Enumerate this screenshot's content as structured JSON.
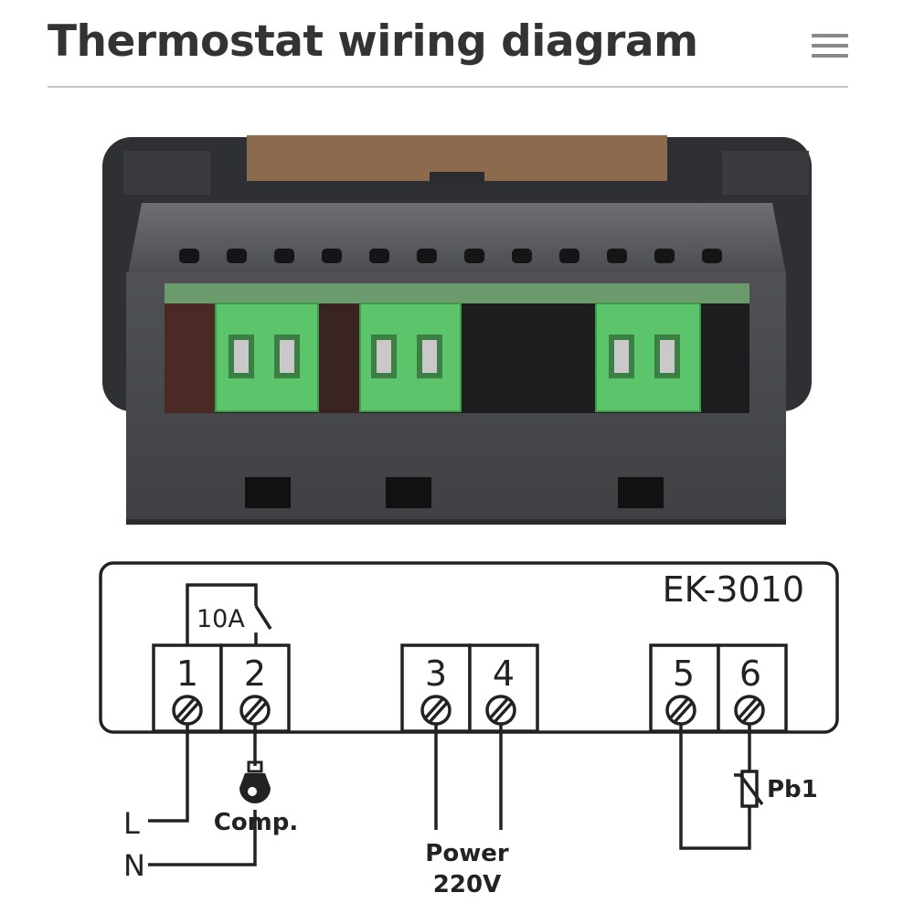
{
  "header": {
    "title": "Thermostat wiring diagram",
    "menu_icon": "hamburger-menu-icon"
  },
  "colors": {
    "title_text": "#333333",
    "terminal_green": "#5cc46a",
    "device_body": "#4a4b4e",
    "line": "#222222"
  },
  "diagram": {
    "model": "EK-3010",
    "relay_rating": "10A",
    "terminals": [
      "1",
      "2",
      "3",
      "4",
      "5",
      "6"
    ],
    "labels": {
      "line": "L",
      "neutral": "N",
      "compressor": "Comp.",
      "power_line1": "Power",
      "power_line2": "220V",
      "probe": "Pb1"
    }
  }
}
